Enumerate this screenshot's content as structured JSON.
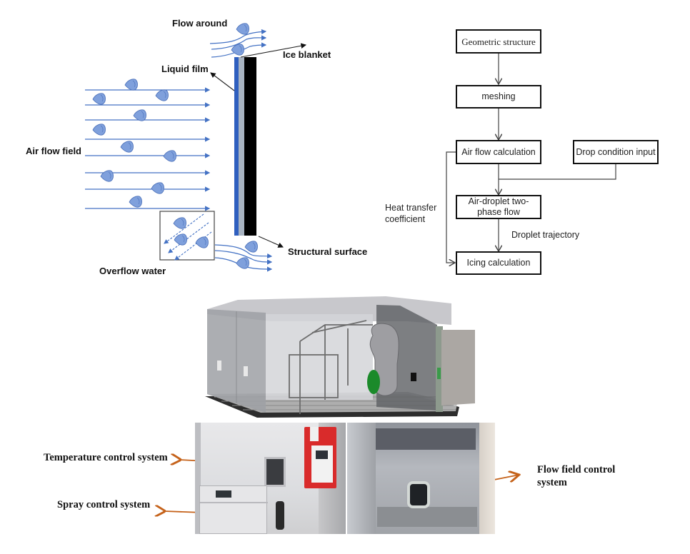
{
  "icing_diagram": {
    "labels": {
      "flow_around": "Flow around",
      "ice_blanket": "Ice blanket",
      "liquid_film": "Liquid film",
      "air_flow_field": "Air flow field",
      "structural_surface": "Structural surface",
      "overflow_water": "Overflow water"
    },
    "colors": {
      "streamline": "#4472c4",
      "droplet": "#7fa0dc",
      "liquid_film": "#2f5fbf",
      "ice_layer": "#a9b4c2",
      "structure": "#000000"
    }
  },
  "flowchart": {
    "nodes": {
      "geometric_structure": "Geometric structure",
      "meshing": "meshing",
      "air_flow_calculation": "Air flow calculation",
      "drop_condition_input": "Drop condition input",
      "two_phase_flow": "Air-droplet two-phase flow",
      "icing_calculation": "Icing calculation"
    },
    "edge_labels": {
      "heat_transfer_coefficient": "Heat transfer coefficient",
      "droplet_trajectory": "Droplet trajectory"
    }
  },
  "test_facility": {
    "model_render": "3D model of icing wind tunnel chamber",
    "photo_labels": {
      "temperature_control": "Temperature control system",
      "spray_control": "Spray control system",
      "flow_field_control": "Flow field control system"
    },
    "arrow_color": "#c5621a"
  }
}
